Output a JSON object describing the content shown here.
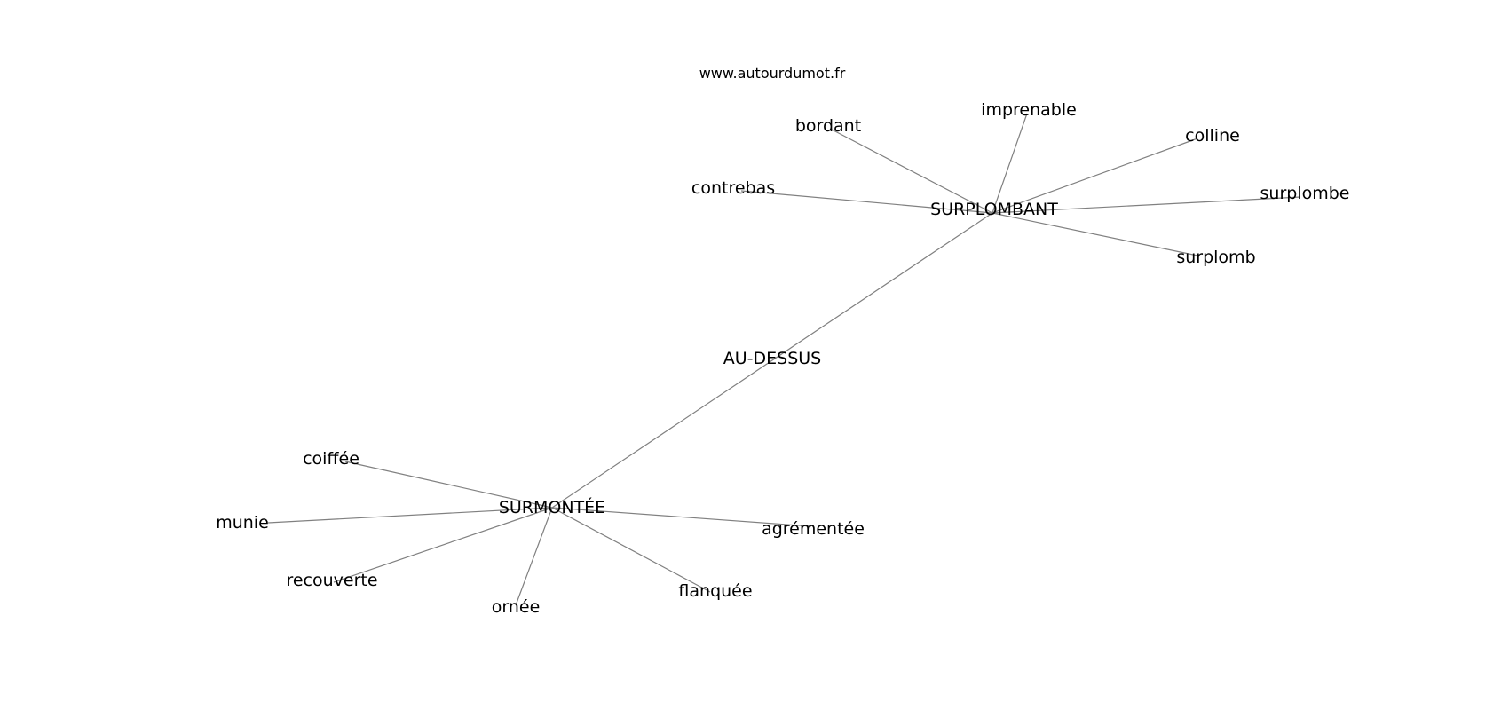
{
  "watermark": "www.autourdumot.fr",
  "graph": {
    "nodes": [
      {
        "id": "au-dessus",
        "label": "AU-DESSUS"
      },
      {
        "id": "surplombant",
        "label": "SURPLOMBANT"
      },
      {
        "id": "surmontee",
        "label": "SURMONTÉE"
      },
      {
        "id": "bordant",
        "label": "bordant"
      },
      {
        "id": "imprenable",
        "label": "imprenable"
      },
      {
        "id": "colline",
        "label": "colline"
      },
      {
        "id": "contrebas",
        "label": "contrebas"
      },
      {
        "id": "surplombe",
        "label": "surplombe"
      },
      {
        "id": "surplomb",
        "label": "surplomb"
      },
      {
        "id": "coiffee",
        "label": "coiffée"
      },
      {
        "id": "munie",
        "label": "munie"
      },
      {
        "id": "recouverte",
        "label": "recouverte"
      },
      {
        "id": "ornee",
        "label": "ornée"
      },
      {
        "id": "flanquee",
        "label": "flanquée"
      },
      {
        "id": "agrementee",
        "label": "agrémentée"
      }
    ],
    "edges": [
      [
        "surplombant",
        "surmontee"
      ],
      [
        "surplombant",
        "bordant"
      ],
      [
        "surplombant",
        "imprenable"
      ],
      [
        "surplombant",
        "colline"
      ],
      [
        "surplombant",
        "contrebas"
      ],
      [
        "surplombant",
        "surplombe"
      ],
      [
        "surplombant",
        "surplomb"
      ],
      [
        "surmontee",
        "coiffee"
      ],
      [
        "surmontee",
        "munie"
      ],
      [
        "surmontee",
        "recouverte"
      ],
      [
        "surmontee",
        "ornee"
      ],
      [
        "surmontee",
        "flanquee"
      ],
      [
        "surmontee",
        "agrementee"
      ]
    ]
  }
}
